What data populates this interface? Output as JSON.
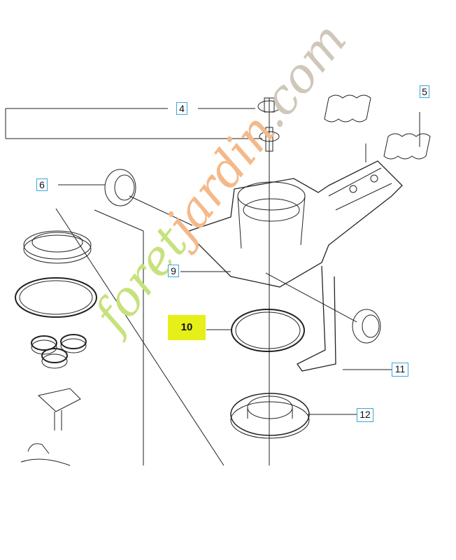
{
  "callouts": {
    "c4": "4",
    "c5": "5",
    "c6": "6",
    "c9": "9",
    "c10": "10",
    "c11": "11",
    "c12": "12"
  },
  "highlight_color": "#e6ef1a",
  "callout_border_color": "#3aa6d8",
  "watermark": {
    "part1": "foret",
    "part2": "jardin",
    "part3": ".com",
    "color_green": "#c7e27c",
    "color_orange": "#f4b98a",
    "color_gray": "#cfc7b9"
  }
}
